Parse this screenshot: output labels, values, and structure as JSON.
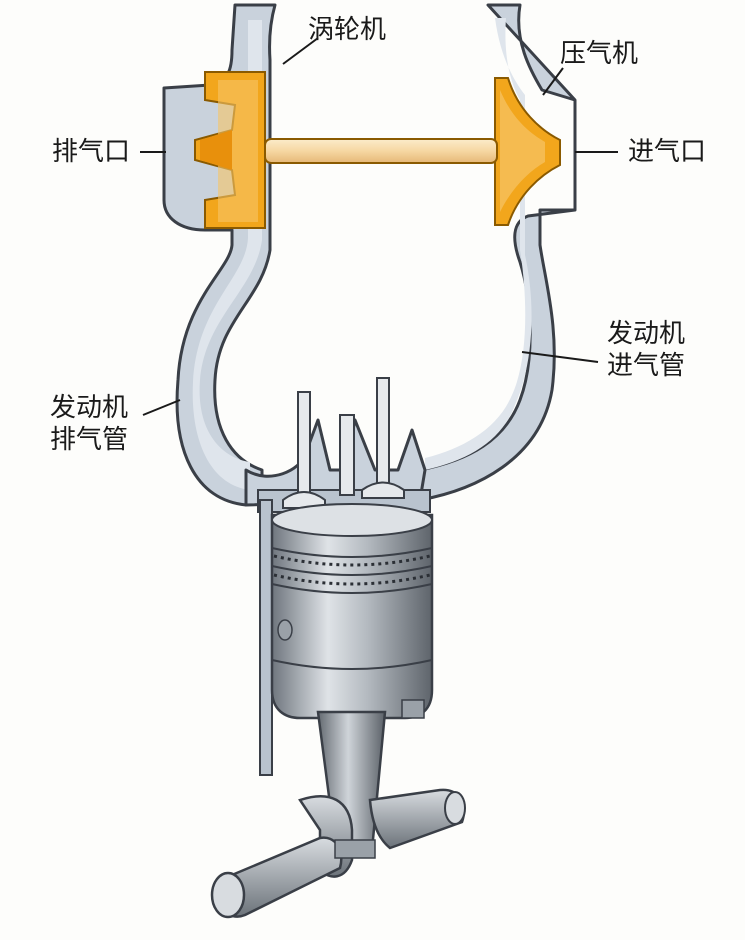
{
  "labels": {
    "turbine": "涡轮机",
    "compressor": "压气机",
    "exhaust_port": "排气口",
    "intake_port": "进气口",
    "intake_pipe_line1": "发动机",
    "intake_pipe_line2": "进气管",
    "exhaust_pipe_line1": "发动机",
    "exhaust_pipe_line2": "排气管"
  },
  "colors": {
    "housing_fill": "#c9d2dc",
    "housing_stroke": "#3a3f47",
    "turbine_wheel": "#f2a61c",
    "shaft": "#f8deb0",
    "metal_light": "#d4d8dc",
    "metal_dark": "#7e858d"
  }
}
